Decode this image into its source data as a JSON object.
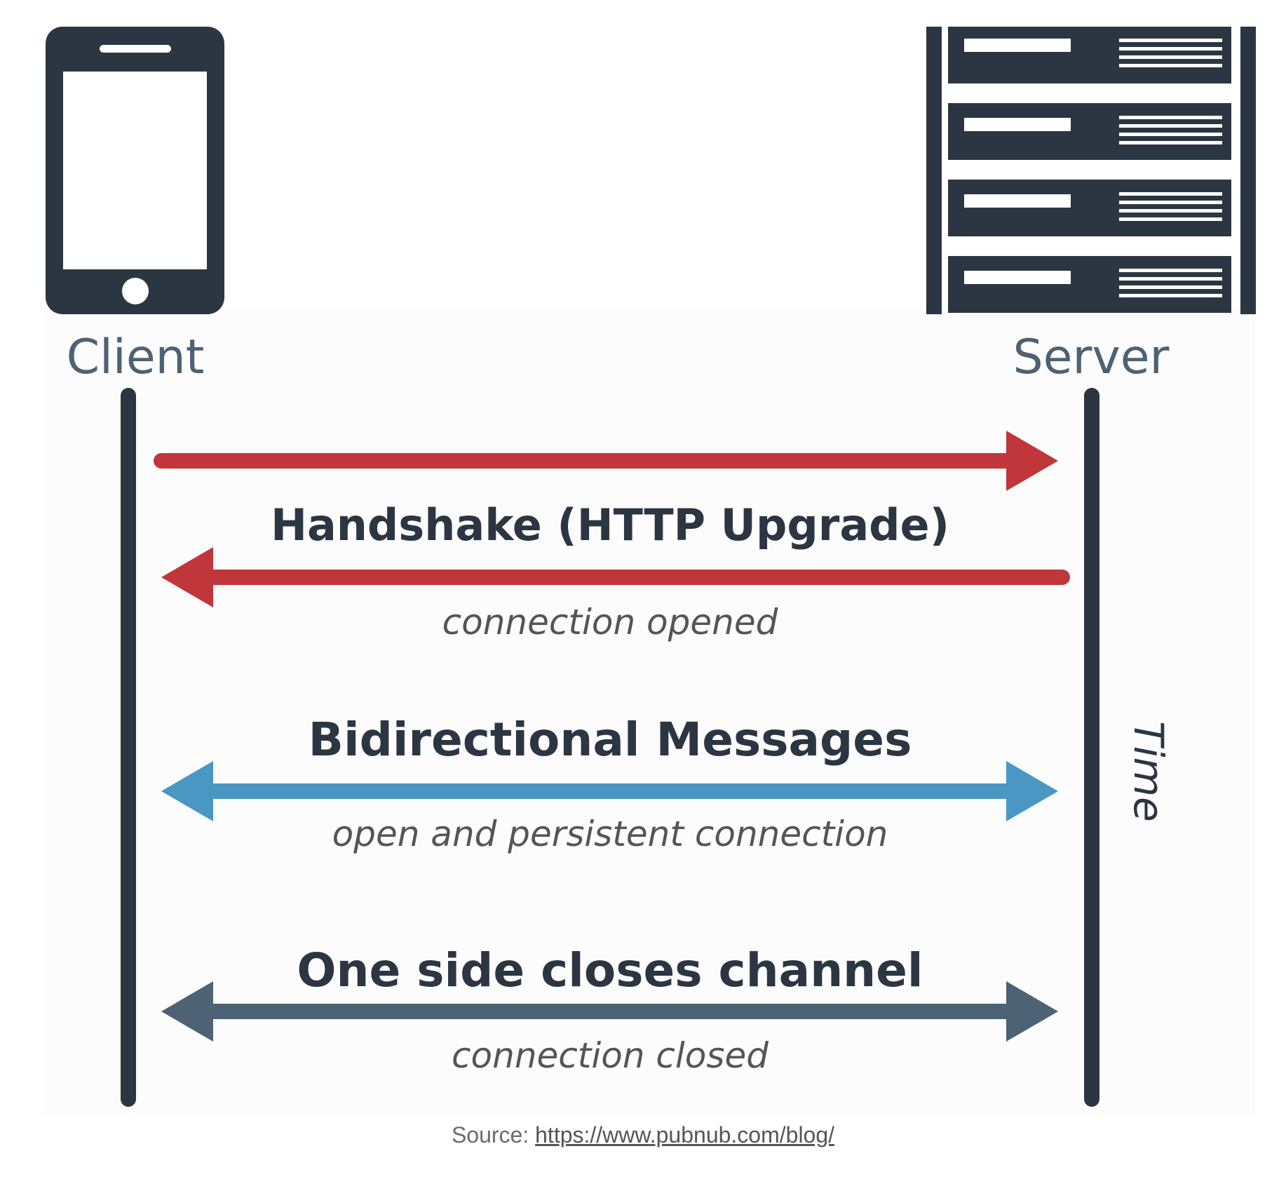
{
  "participants": {
    "client": {
      "label": "Client",
      "icon": "smartphone-icon"
    },
    "server": {
      "label": "Server",
      "icon": "server-rack-icon"
    }
  },
  "time_label": "Time",
  "messages": [
    {
      "title": "Handshake (HTTP Upgrade)",
      "subtitle": "connection opened",
      "color": "#c0363a"
    },
    {
      "title": "Bidirectional Messages",
      "subtitle": "open and persistent connection",
      "color": "#4a97c4"
    },
    {
      "title": "One side closes channel",
      "subtitle": "connection closed",
      "color": "#4d6274"
    }
  ],
  "colors": {
    "dark": "#2c3642",
    "red": "#c0363a",
    "blue": "#4a97c4",
    "slate": "#4d6274"
  },
  "source": {
    "prefix": "Source: ",
    "link_text": "https://www.pubnub.com/blog/"
  }
}
